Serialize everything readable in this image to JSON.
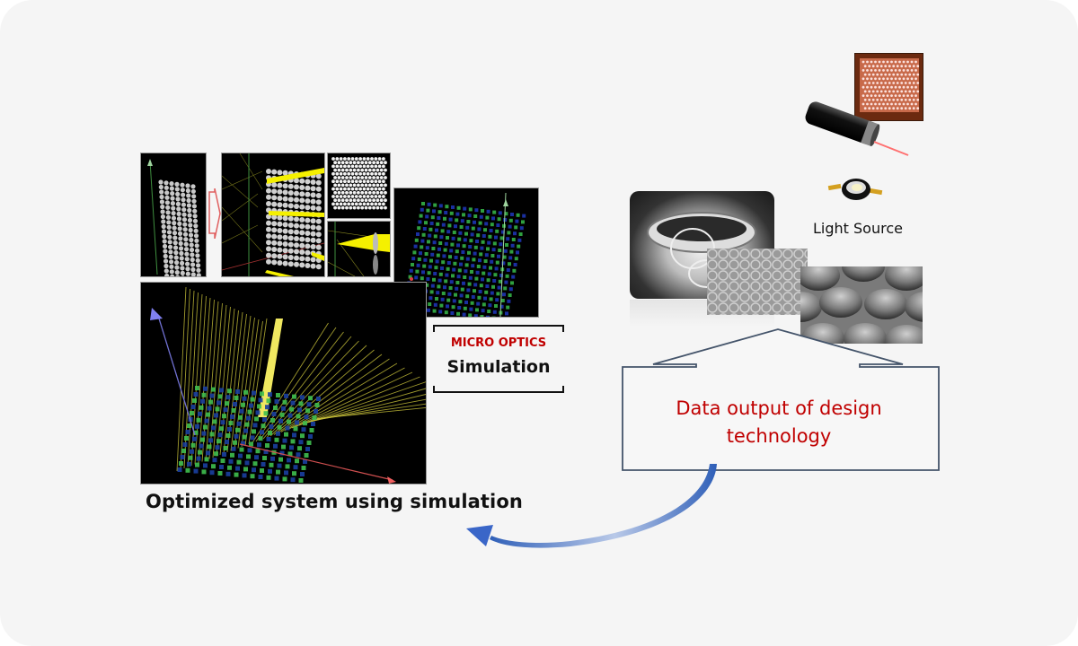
{
  "left": {
    "caption": "Optimized system using simulation",
    "badge": {
      "title": "MICRO OPTICS",
      "subtitle": "Simulation"
    },
    "panels": [
      {
        "name": "lens-array-side-view"
      },
      {
        "name": "lens-array-ray-trace"
      },
      {
        "name": "hex-lens-array-front"
      },
      {
        "name": "single-lens-focus"
      },
      {
        "name": "lens-array-grid-green"
      },
      {
        "name": "ray-fan-3d-simulation"
      }
    ]
  },
  "right": {
    "light_source_label": "Light Source",
    "callout_text": "Data output of design technology",
    "images": [
      "microlens-array-red",
      "laser-module",
      "led-chip",
      "optical-lenses",
      "hex-pattern-film",
      "microlens-sem"
    ]
  },
  "colors": {
    "accent_red": "#c00000",
    "arrow_blue": "#3a66b8",
    "callout_border": "#44546a",
    "background": "#f5f5f5"
  }
}
